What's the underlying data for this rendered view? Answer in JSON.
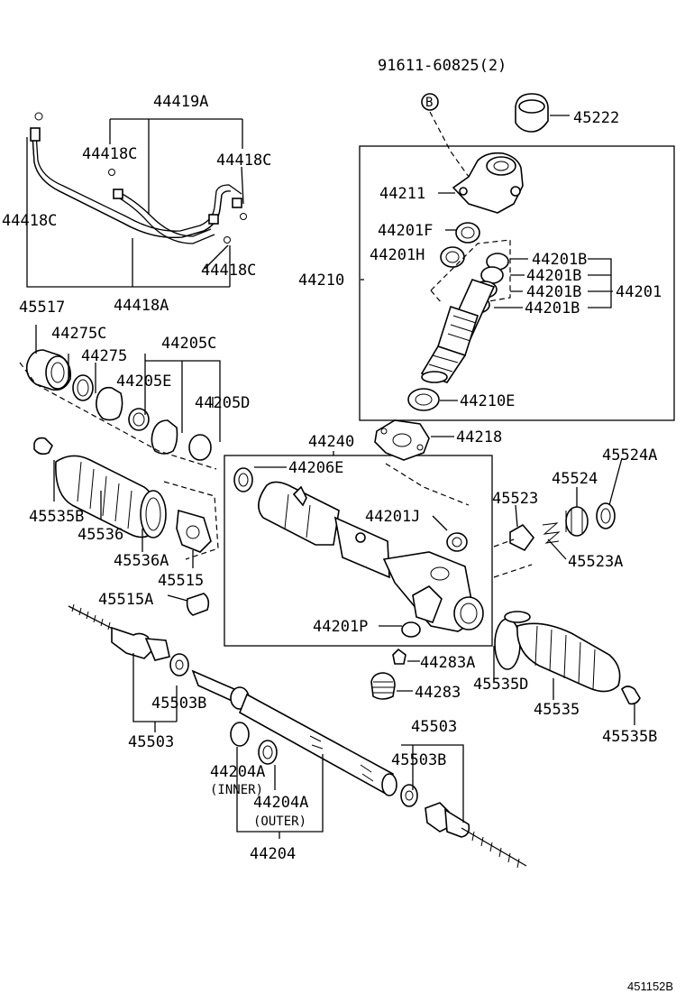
{
  "labels": {
    "p91611": "91611-60825(2)",
    "pB": "B",
    "p45222": "45222",
    "p44419A": "44419A",
    "p44418C_a": "44418C",
    "p44418C_b": "44418C",
    "p44418C_c": "44418C",
    "p44418C_d": "44418C",
    "p44418A": "44418A",
    "p44211": "44211",
    "p44201F": "44201F",
    "p44201H": "44201H",
    "p44201B_a": "44201B",
    "p44201B_b": "44201B",
    "p44201B_c": "44201B",
    "p44201B_d": "44201B",
    "p44201": "44201",
    "p44210": "44210",
    "p44210E": "44210E",
    "p45517": "45517",
    "p44275C": "44275C",
    "p44275": "44275",
    "p44205C": "44205C",
    "p44205E": "44205E",
    "p44205D": "44205D",
    "p44218": "44218",
    "p44240": "44240",
    "p44206E": "44206E",
    "p45524A": "45524A",
    "p45524": "45524",
    "p45523": "45523",
    "p45523A": "45523A",
    "p44201J": "44201J",
    "p45535B_left": "45535B",
    "p45536": "45536",
    "p45536A": "45536A",
    "p45515": "45515",
    "p45515A": "45515A",
    "p44201P": "44201P",
    "p44283A": "44283A",
    "p44283": "44283",
    "p45535D": "45535D",
    "p45535": "45535",
    "p45535B_right": "45535B",
    "p45503B_left": "45503B",
    "p45503_left": "45503",
    "p45503_right": "45503",
    "p45503B_right": "45503B",
    "p44204A_inner": "44204A",
    "inner": "(INNER)",
    "p44204A_outer": "44204A",
    "outer": "(OUTER)",
    "p44204": "44204",
    "figure_id": "451152B"
  }
}
